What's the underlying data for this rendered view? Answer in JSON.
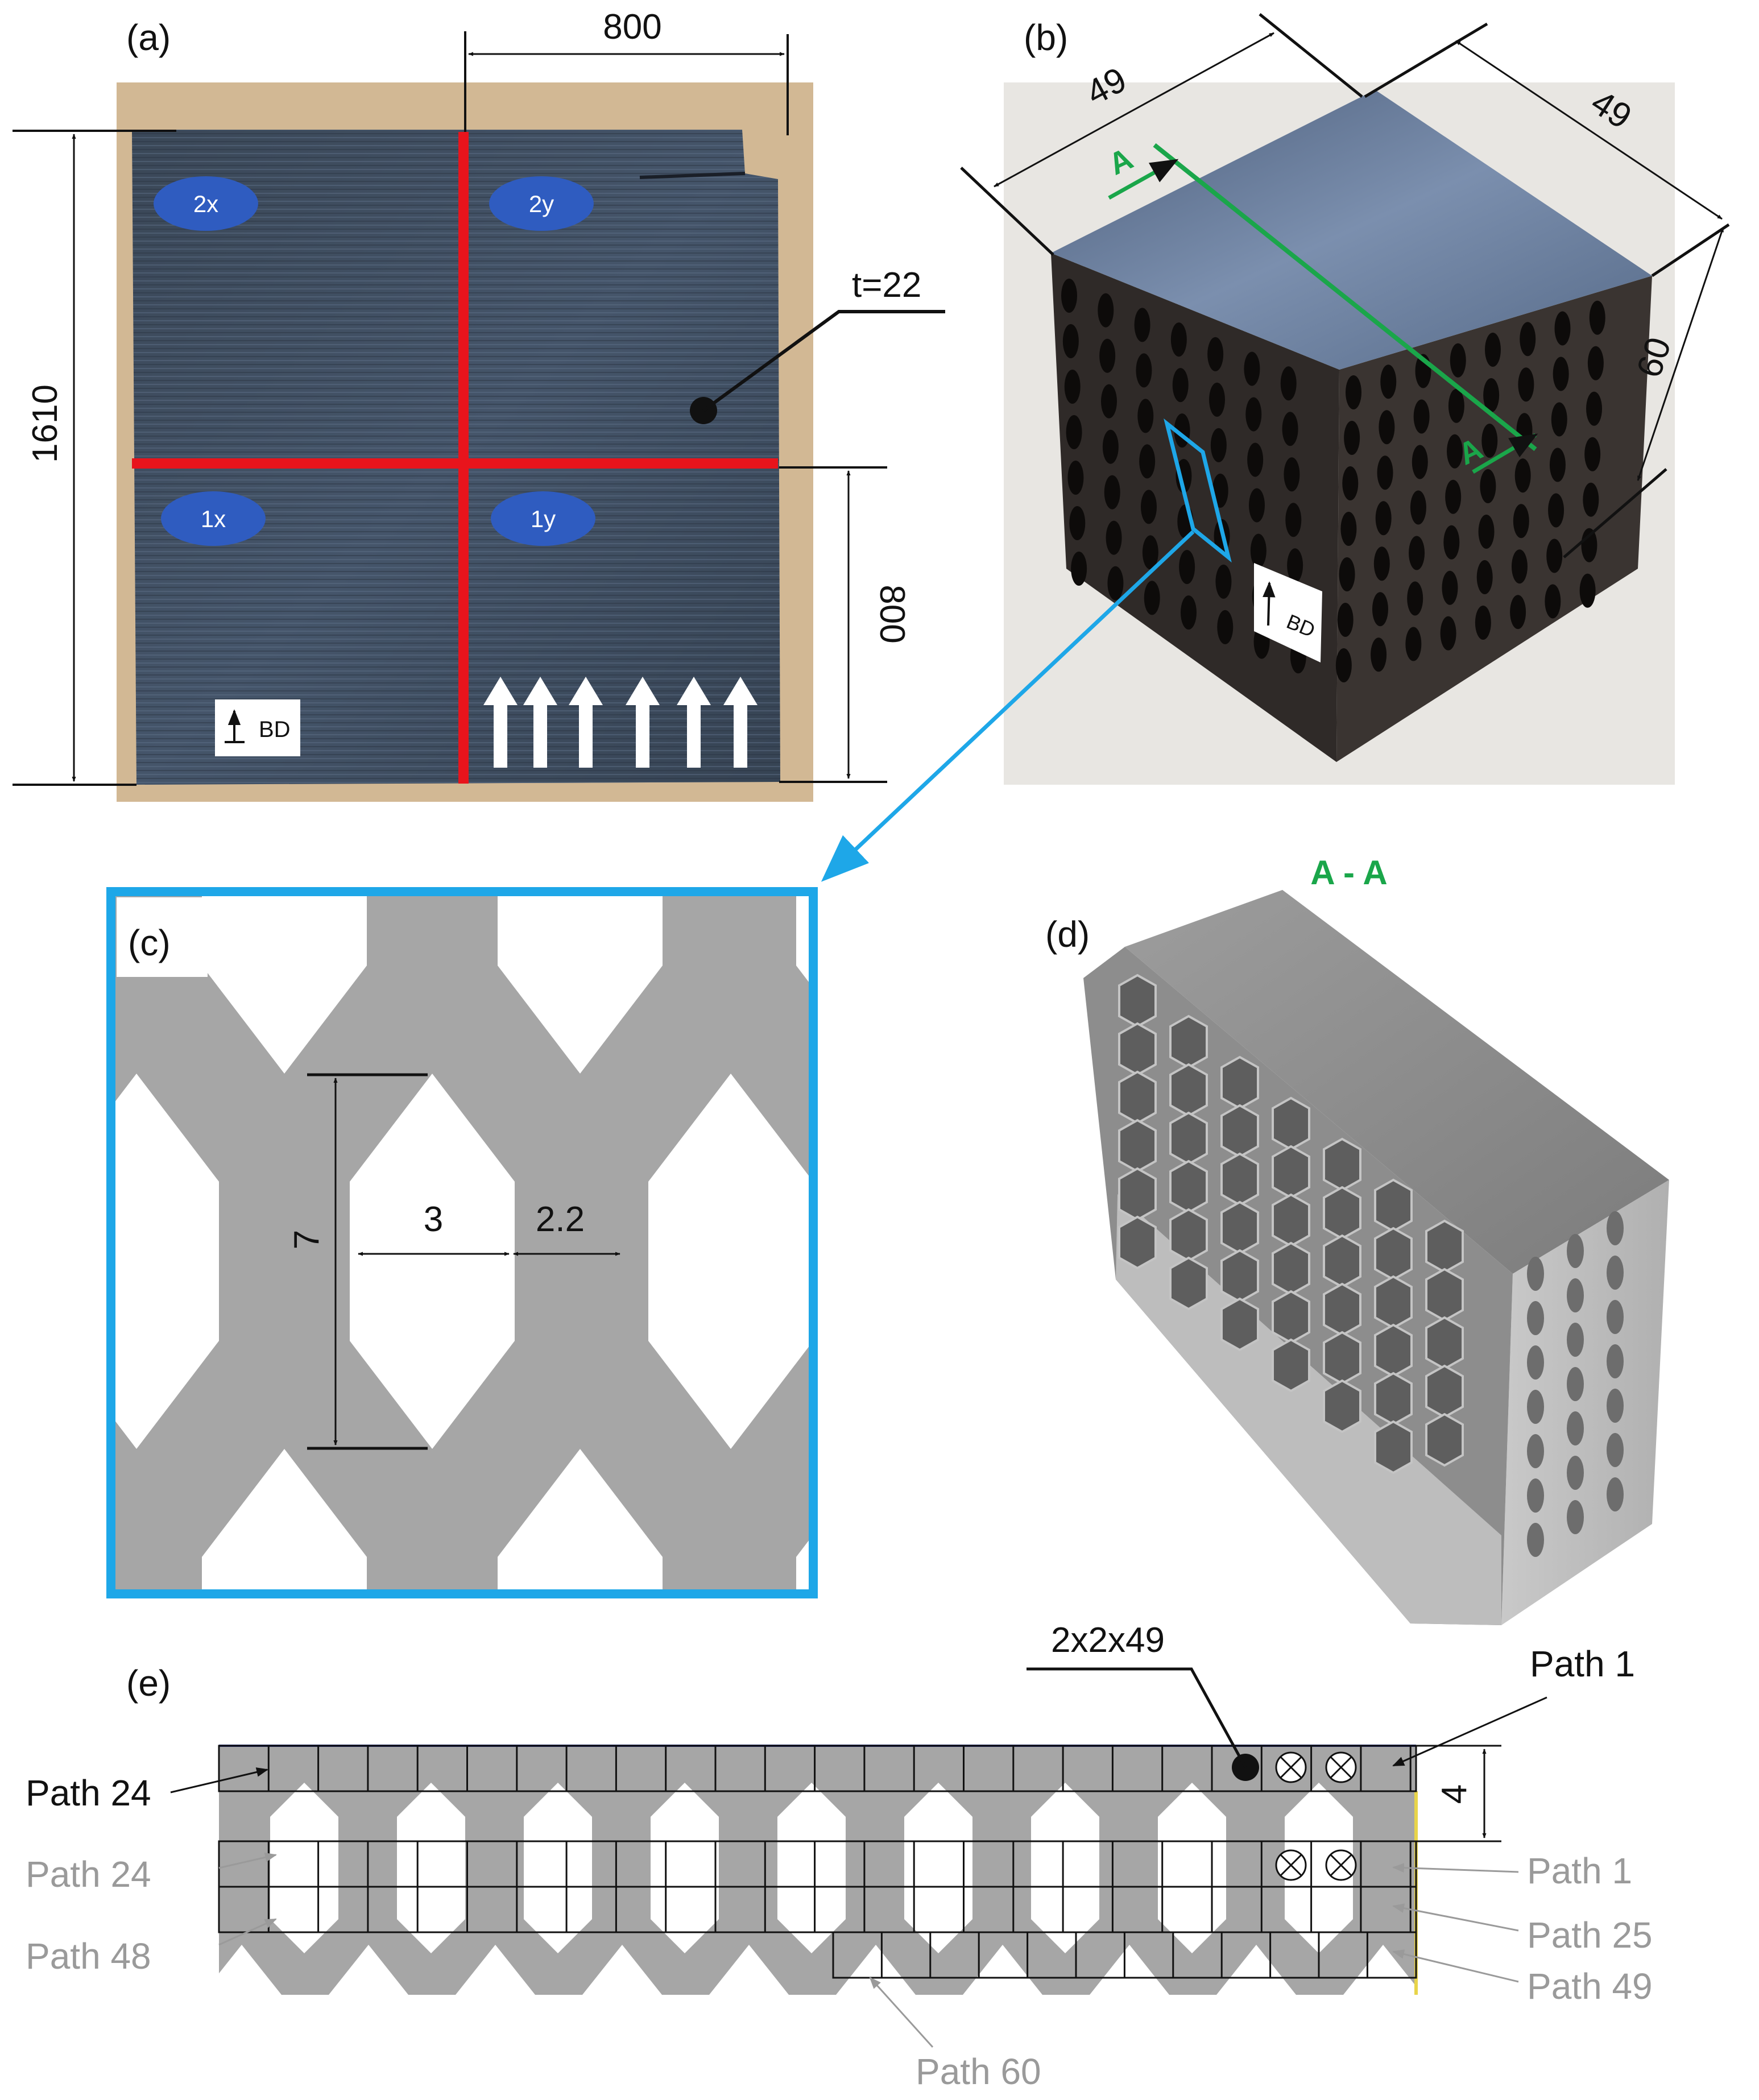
{
  "panels": {
    "a": {
      "label": "(a)",
      "dim_top": "800",
      "dim_left": "1610",
      "dim_right": "800",
      "thickness": "t=22",
      "ellipses": [
        "2x",
        "2y",
        "1x",
        "1y"
      ],
      "bd": "BD"
    },
    "b": {
      "label": "(b)",
      "dim_left": "49",
      "dim_right": "49",
      "dim_height": "60",
      "section_mark": "A",
      "bd": "BD"
    },
    "c": {
      "label": "(c)",
      "dim_height": "7",
      "dim_width": "3",
      "dim_strut": "2.2"
    },
    "d": {
      "label": "(d)",
      "section_title": "A - A"
    },
    "e": {
      "label": "(e)",
      "sample_size": "2x2x49",
      "height": "4",
      "path_labels": {
        "top_right": "Path 1",
        "top_left": "Path 24",
        "grey_left_1": "Path 24",
        "grey_left_2": "Path 48",
        "grey_right_1": "Path 1",
        "grey_right_2": "Path 25",
        "grey_right_3": "Path 49",
        "bottom": "Path 60"
      }
    }
  },
  "colors": {
    "plate": "#3d4a5a",
    "cut_line": "#e8141c",
    "ellipse": "#2f5cc0",
    "section_green": "#1aa64a",
    "callout_blue": "#1ea7e8",
    "lattice_grey": "#a6a6a6",
    "grey_text": "#9a9a9a"
  }
}
